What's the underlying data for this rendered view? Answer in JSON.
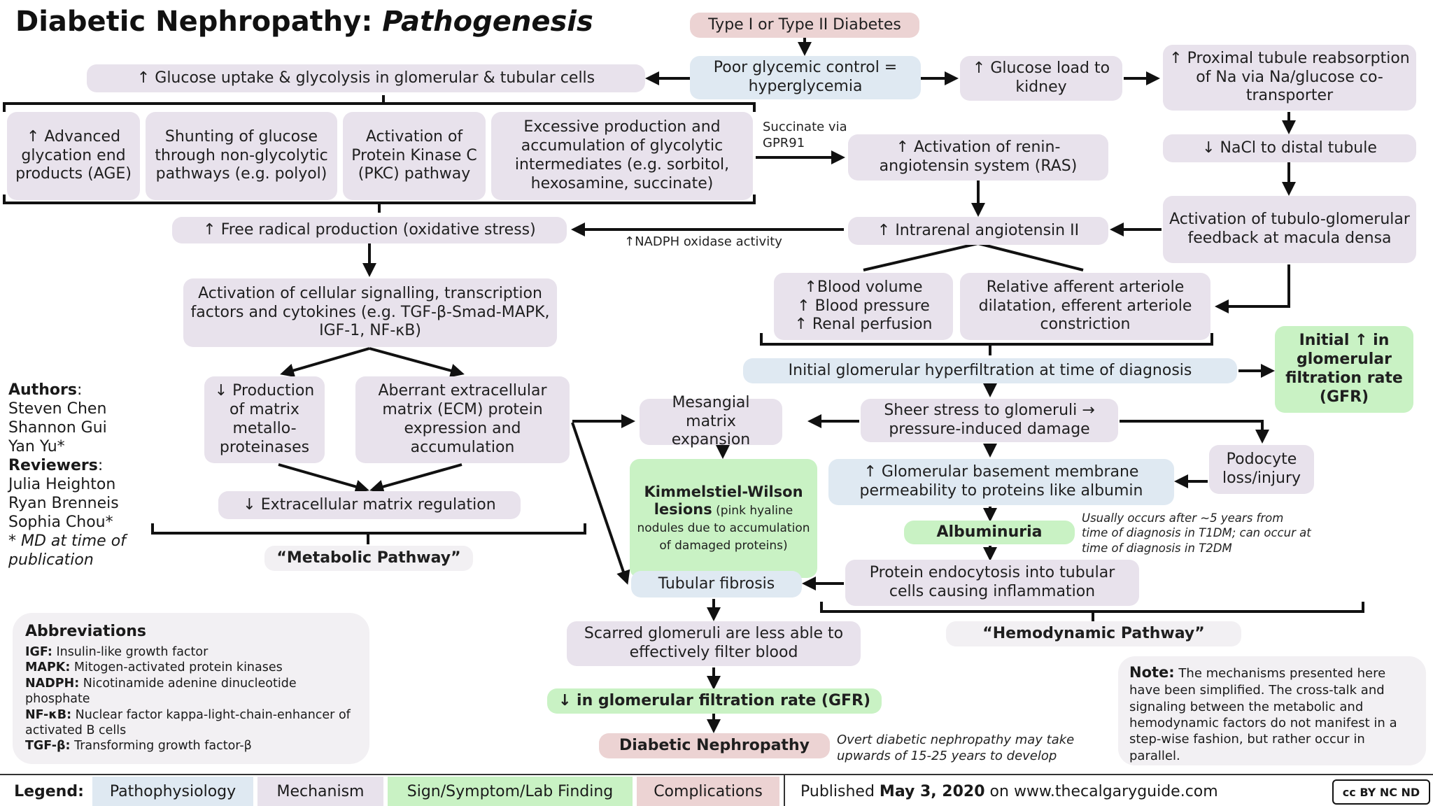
{
  "title": {
    "main": "Diabetic Nephropathy: ",
    "italic": "Pathogenesis"
  },
  "nodes": {
    "diabetes": "Type I or Type II Diabetes",
    "hyperglycemia": "Poor glycemic control = hyperglycemia",
    "glucose_uptake": "↑ Glucose uptake & glycolysis in glomerular & tubular cells",
    "glucose_load": "↑ Glucose load to kidney",
    "proximal_reabs": "↑ Proximal tubule reabsorption of Na via Na/glucose co-transporter",
    "age": "↑ Advanced glycation end products (AGE)",
    "shunting": "Shunting of glucose through non-glycolytic pathways (e.g. polyol)",
    "pkc": "Activation of Protein Kinase C (PKC) pathway",
    "excess": "Excessive production and accumulation of glycolytic intermediates (e.g. sorbitol, hexosamine, succinate)",
    "succinate_label": "Succinate via GPR91",
    "ras": "↑ Activation of renin-angiotensin system (RAS)",
    "nacl": "↓ NaCl to distal tubule",
    "free_radical": "↑  Free radical production (oxidative stress)",
    "nadph_label": "↑NADPH oxidase activity",
    "angiotensin": "↑ Intrarenal angiotensin II",
    "tubulo_feedback": "Activation of tubulo-glomerular feedback at macula densa",
    "signalling": "Activation of cellular signalling, transcription factors and cytokines (e.g. TGF-β-Smad-MAPK, IGF-1, NF-κB)",
    "blood_volume": "↑Blood volume\n↑ Blood pressure\n↑ Renal perfusion",
    "afferent": "Relative afferent arteriole dilatation, efferent arteriole constriction",
    "initial_gfr": "Initial ↑ in glomerular filtration rate (GFR)",
    "hyperfiltration": "Initial glomerular hyperfiltration at time of diagnosis",
    "mmp": "↓ Production of matrix metallo-proteinases",
    "ecm": "Aberrant extracellular matrix (ECM) protein expression and accumulation",
    "mesangial": "Mesangial matrix expansion",
    "sheer": "Sheer stress to glomeruli → pressure-induced damage",
    "podocyte": "Podocyte loss/injury",
    "kw_bold": "Kimmelstiel-Wilson lesions",
    "kw_rest": " (pink hyaline nodules due to accumulation of damaged proteins)",
    "gbm": "↑ Glomerular basement membrane permeability to proteins like albumin",
    "ecm_reg": "↓ Extracellular matrix regulation",
    "albuminuria": "Albuminuria",
    "albuminuria_note": "Usually occurs after ~5 years from time of diagnosis in T1DM; can occur at time of diagnosis in T2DM",
    "metabolic": "“Metabolic Pathway”",
    "tubular_fibrosis": "Tubular fibrosis",
    "protein_endo": "Protein endocytosis into tubular cells causing inflammation",
    "hemodynamic": "“Hemodynamic Pathway”",
    "scarred": "Scarred glomeruli are less able to effectively filter blood",
    "gfr_down": "↓ in glomerular filtration rate (GFR)",
    "dn": "Diabetic Nephropathy",
    "overt_note": "Overt diabetic nephropathy may take upwards of 15-25 years to develop"
  },
  "credits": {
    "authors_label": "Authors",
    "authors": [
      "Steven Chen",
      "Shannon Gui",
      "Yan Yu*"
    ],
    "reviewers_label": "Reviewers",
    "reviewers": [
      "Julia Heighton",
      "Ryan Brenneis",
      "Sophia Chou*"
    ],
    "md_note": "* MD at time of publication"
  },
  "abbreviations": {
    "title": "Abbreviations",
    "items": [
      {
        "term": "IGF:",
        "def": " Insulin-like growth factor"
      },
      {
        "term": "MAPK:",
        "def": " Mitogen-activated protein kinases"
      },
      {
        "term": "NADPH:",
        "def": " Nicotinamide adenine dinucleotide phosphate"
      },
      {
        "term": "NF-κB:",
        "def": " Nuclear factor kappa-light-chain-enhancer of activated B cells"
      },
      {
        "term": "TGF-β:",
        "def": " Transforming growth factor-β"
      }
    ]
  },
  "note": {
    "label": "Note:",
    "text": " The mechanisms presented here have been simplified. The cross-talk and signaling between the metabolic and hemodynamic factors do not manifest in a step-wise fashion, but rather occur in parallel."
  },
  "legend": {
    "title": "Legend:",
    "items": [
      "Pathophysiology",
      "Mechanism",
      "Sign/Symptom/Lab Finding",
      "Complications"
    ],
    "colors": [
      "#dfe9f2",
      "#e8e2ec",
      "#c9f2c4",
      "#ecd3d3"
    ],
    "published_prefix": "Published ",
    "published_date": "May 3, 2020",
    "published_suffix": " on www.thecalgaryguide.com",
    "license": "cc BY NC ND"
  }
}
